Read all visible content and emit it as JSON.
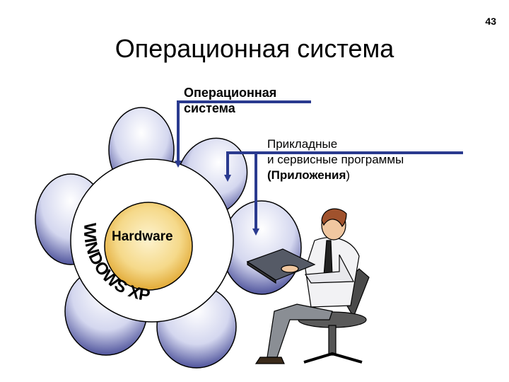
{
  "page_number": "43",
  "title": "Операционная система",
  "labels": {
    "os_line1": "Операционная",
    "os_line2": "система",
    "apps_line1": "Прикладные",
    "apps_line2": "и сервисные программы",
    "apps_line3_bold": "(Приложения",
    "apps_line3_rest": ")",
    "hardware": "Hardware",
    "windows_xp": "WINDOWS XP"
  },
  "colors": {
    "petal_dark": "#3a3f8f",
    "petal_light": "#ffffff",
    "core_outer": "#e6b43c",
    "core_inner": "#fdf3cf",
    "arrow": "#2a3a8f"
  }
}
